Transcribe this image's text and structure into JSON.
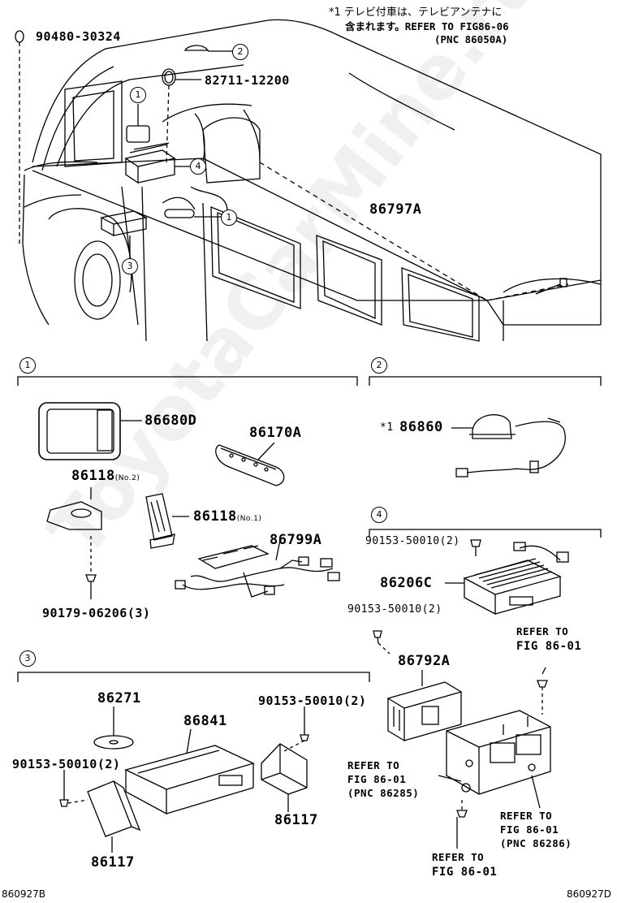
{
  "note": {
    "line1": "*1  テレビ付車は、テレビアンテナに",
    "line2": "含まれます。REFER TO FIG86-06",
    "line3": "(PNC 86050A)"
  },
  "callouts": {
    "c1a": "1",
    "c1b": "1",
    "c2": "2",
    "c3": "3",
    "c4": "4",
    "s1": "1",
    "s2": "2",
    "s3": "3",
    "s4": "4"
  },
  "parts": {
    "p90480": "90480-30324",
    "p82711": "82711-12200",
    "p86797A": "86797A",
    "p86680D": "86680D",
    "p86170A": "86170A",
    "p86118n2": "86118",
    "p86118n2_sub": "(No.2)",
    "p86118n1": "86118",
    "p86118n1_sub": "(No.1)",
    "p86799A": "86799A",
    "p90179": "90179-06206(3)",
    "p86860_star": "*1",
    "p86860": "86860",
    "p90153_a": "90153-50010(2)",
    "p86206C": "86206C",
    "p90153_b": "90153-50010(2)",
    "p86792A": "86792A",
    "p86271": "86271",
    "p86841": "86841",
    "p90153_c": "90153-50010(2)",
    "p90153_d": "90153-50010(2)",
    "p86117_a": "86117",
    "p86117_b": "86117"
  },
  "refs": {
    "r1": [
      "REFER TO",
      "FIG 86-01"
    ],
    "r2": [
      "REFER TO",
      "FIG 86-01",
      "(PNC 86285)"
    ],
    "r3": [
      "REFER TO",
      "FIG 86-01",
      "(PNC 86286)"
    ],
    "r4": [
      "REFER TO",
      "FIG 86-01"
    ]
  },
  "captions": {
    "left": "860927B",
    "right": "860927D"
  },
  "watermark": "ToyotaCarMine.ru"
}
